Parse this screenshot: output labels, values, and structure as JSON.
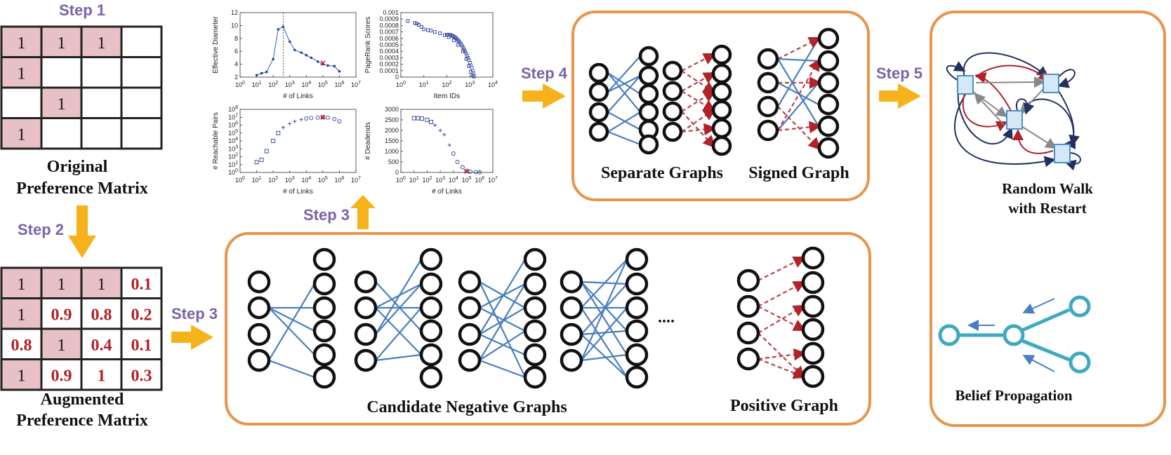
{
  "steps": {
    "s1": "Step 1",
    "s2": "Step 2",
    "s3a": "Step 3",
    "s3b": "Step 3",
    "s4": "Step 4",
    "s5": "Step 5"
  },
  "captions": {
    "original_1": "Original",
    "original_2": "Preference Matrix",
    "augmented_1": "Augmented",
    "augmented_2": "Preference Matrix",
    "separate": "Separate Graphs",
    "signed": "Signed Graph",
    "candidate": "Candidate Negative Graphs",
    "positive": "Positive Graph",
    "rwr_1": "Random Walk",
    "rwr_2": "with Restart",
    "bp": "Belief Propagation",
    "ellipsis": "...."
  },
  "original_matrix": [
    [
      "1",
      "1",
      "1",
      ""
    ],
    [
      "1",
      "",
      "",
      ""
    ],
    [
      "",
      "1",
      "",
      ""
    ],
    [
      "1",
      "",
      "",
      ""
    ]
  ],
  "augmented_matrix": [
    [
      "1",
      "1",
      "1",
      "0.1"
    ],
    [
      "1",
      "0.9",
      "0.8",
      "0.2"
    ],
    [
      "0.8",
      "1",
      "0.4",
      "0.1"
    ],
    [
      "1",
      "0.9",
      "1",
      "0.3"
    ]
  ],
  "colors": {
    "shade": "#e8c1c6",
    "red": "#b22227",
    "blue": "#4a7fbf",
    "orange": "#e8954a",
    "arrow": "#f5b21b",
    "purple": "#7b63a6",
    "teal": "#3fa9bf"
  },
  "chart_data": [
    {
      "type": "line",
      "xlabel": "# of Links",
      "ylabel": "Effective Diameter",
      "x_scale": "log",
      "xlim": [
        1,
        10000000
      ],
      "ylim": [
        2,
        12
      ],
      "xticks": [
        "10^0",
        "10^1",
        "10^2",
        "10^3",
        "10^4",
        "10^5",
        "10^6",
        "10^7"
      ],
      "yticks": [
        "2",
        "4",
        "6",
        "8",
        "10",
        "12"
      ],
      "x": [
        10,
        20,
        40,
        100,
        200,
        400,
        1000,
        2000,
        5000,
        10000,
        20000,
        50000,
        100000,
        200000,
        500000,
        1000000
      ],
      "y": [
        2.3,
        2.6,
        2.8,
        4.8,
        9.4,
        9.8,
        7.5,
        6.2,
        5.8,
        5.4,
        5.0,
        4.4,
        4.0,
        3.8,
        3.7,
        2.9
      ],
      "marker_x": [
        100000
      ],
      "marker_y": [
        4.2
      ],
      "vline": 400
    },
    {
      "type": "scatter",
      "xlabel": "Item IDs",
      "ylabel": "PageRank Scores",
      "x_scale": "log",
      "xlim": [
        1,
        10000
      ],
      "ylim": [
        0,
        0.001
      ],
      "xticks": [
        "10^0",
        "10^1",
        "10^2",
        "10^3",
        "10^4"
      ],
      "yticks": [
        "0",
        "0.0001",
        "0.0002",
        "0.0003",
        "0.0004",
        "0.0005",
        "0.0006",
        "0.0007",
        "0.0008",
        "0.0009",
        "0.001"
      ],
      "x": [
        2,
        4,
        5,
        6,
        8,
        10,
        15,
        20,
        30,
        50,
        80,
        120,
        200,
        300,
        500,
        700,
        900,
        1100,
        1300,
        1500
      ],
      "y": [
        0.00087,
        0.00084,
        0.00083,
        0.00081,
        0.00078,
        0.00074,
        0.00073,
        0.00072,
        0.0007,
        0.00068,
        0.00065,
        0.00062,
        0.00057,
        0.0005,
        0.0004,
        0.00028,
        0.00017,
        8e-05,
        3e-05,
        1e-05
      ]
    },
    {
      "type": "scatter",
      "xlabel": "# of Links",
      "ylabel": "# Reachable Pairs",
      "x_scale": "log",
      "y_scale": "log",
      "xlim": [
        1,
        10000000
      ],
      "ylim": [
        1,
        100000000
      ],
      "xticks": [
        "10^0",
        "10^1",
        "10^2",
        "10^3",
        "10^4",
        "10^5",
        "10^6",
        "10^7"
      ],
      "yticks": [
        "10^0",
        "10^1",
        "10^2",
        "10^3",
        "10^4",
        "10^5",
        "10^6",
        "10^7",
        "10^8"
      ],
      "x": [
        10,
        20,
        40,
        100,
        200,
        400,
        1000,
        2000,
        5000,
        10000,
        20000,
        50000,
        100000,
        200000,
        500000,
        1000000
      ],
      "y": [
        20,
        40,
        500,
        10000,
        100000,
        500000,
        1500000,
        3000000,
        5000000,
        7000000,
        8000000,
        9000000,
        10000000,
        9000000,
        6000000,
        3000000
      ],
      "marker_x": [
        100000
      ],
      "marker_y": [
        10000000
      ]
    },
    {
      "type": "scatter",
      "xlabel": "# of Links",
      "ylabel": "# Deadends",
      "x_scale": "log",
      "xlim": [
        1,
        10000000
      ],
      "ylim": [
        0,
        3000
      ],
      "xticks": [
        "10^0",
        "10^1",
        "10^2",
        "10^3",
        "10^4",
        "10^5",
        "10^6",
        "10^7"
      ],
      "yticks": [
        "0",
        "500",
        "1000",
        "1500",
        "2000",
        "2500",
        "3000"
      ],
      "x": [
        10,
        20,
        40,
        100,
        200,
        400,
        1000,
        2000,
        5000,
        10000,
        20000,
        50000,
        100000,
        200000,
        500000,
        1000000
      ],
      "y": [
        2580,
        2580,
        2560,
        2500,
        2400,
        2250,
        2000,
        1800,
        1300,
        900,
        500,
        250,
        80,
        40,
        20,
        10
      ],
      "marker_x": [
        100000
      ],
      "marker_y": [
        50
      ]
    }
  ]
}
